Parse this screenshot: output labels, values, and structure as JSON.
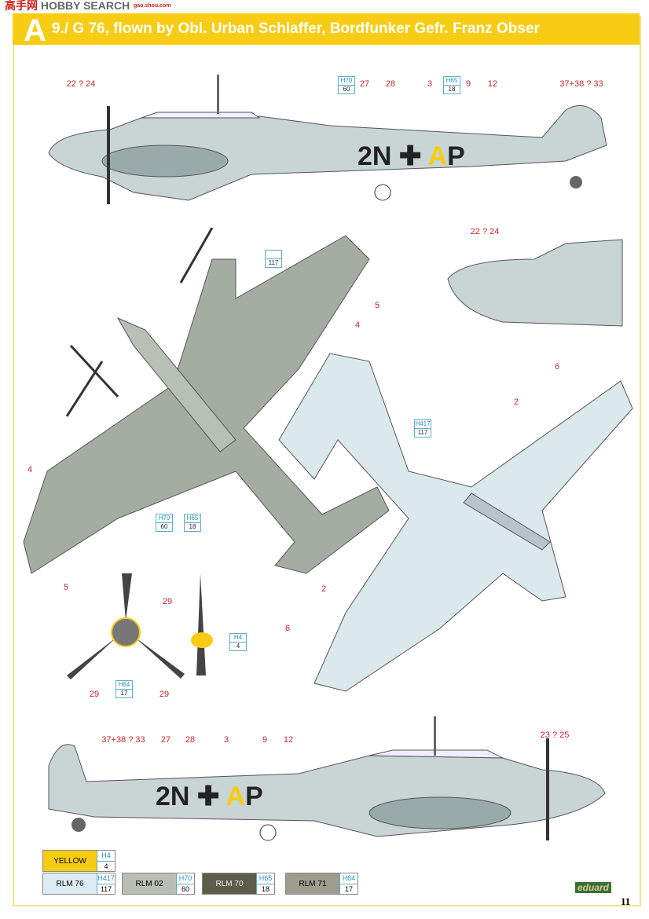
{
  "watermark": {
    "brand": "HOBBY SEARCH",
    "cn": "高手网",
    "url": "gao.shou.com"
  },
  "header": {
    "profile_letter": "A",
    "title": "9./ G 76, flown by Obl. Urban Schlaffer, Bordfunker Gefr. Franz Obser"
  },
  "aircraft_code": {
    "left": "2N",
    "right_yellow": "A",
    "right": "P"
  },
  "callouts": {
    "side_top": [
      "22 ? 24",
      "27",
      "28",
      "3",
      "9",
      "12",
      "37+38 ? 33"
    ],
    "plan_top": [
      "5",
      "4",
      "4",
      "5"
    ],
    "detail": [
      "22 ? 24"
    ],
    "plan_bottom": [
      "6",
      "2",
      "2",
      "6"
    ],
    "prop": [
      "29",
      "29",
      "29"
    ],
    "side_bottom": [
      "37+38 ? 33",
      "27",
      "28",
      "3",
      "9",
      "12",
      "23 ? 25"
    ]
  },
  "codes": {
    "h70": {
      "h": "H70",
      "n": "60"
    },
    "h65": {
      "h": "H65",
      "n": "18"
    },
    "c117": {
      "h": "",
      "n": "117"
    },
    "h417": {
      "h": "H417",
      "n": "117"
    },
    "h64": {
      "h": "H64",
      "n": "17"
    },
    "h4": {
      "h": "H4",
      "n": "4"
    }
  },
  "legend": [
    {
      "name": "YELLOW",
      "h": "H4",
      "n": "4",
      "color": "#f7cc12"
    },
    {
      "name": "RLM 76",
      "h": "H417",
      "n": "117",
      "color": "#dcecf2"
    },
    {
      "name": "RLM 02",
      "h": "H70",
      "n": "60",
      "color": "#b9bdb5"
    },
    {
      "name": "RLM 70",
      "h": "H65",
      "n": "18",
      "color": "#5d5d4c"
    },
    {
      "name": "RLM 71",
      "h": "H64",
      "n": "17",
      "color": "#9c9d8c"
    }
  ],
  "footer": {
    "brand": "eduard",
    "page": "11"
  }
}
